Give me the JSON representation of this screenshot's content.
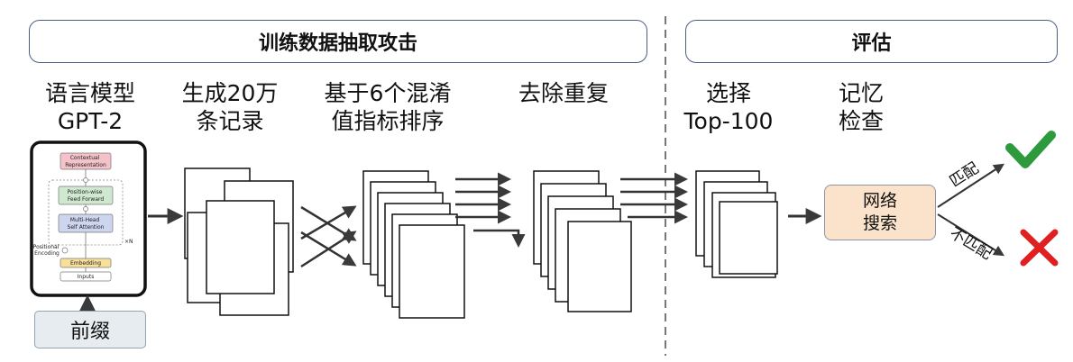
{
  "banners": {
    "attack": "训练数据抽取攻击",
    "evaluation": "评估"
  },
  "steps": {
    "model": [
      "语言模型",
      "GPT-2"
    ],
    "generate": [
      "生成20万",
      "条记录"
    ],
    "sort": [
      "基于6个混淆",
      "值指标排序"
    ],
    "dedupe": [
      "去除重复"
    ],
    "select": [
      "选择",
      "Top-100"
    ],
    "check": [
      "记忆",
      "检查"
    ]
  },
  "transformer": {
    "output": [
      "Contextual",
      "Representation"
    ],
    "ffn": [
      "Position-wise",
      "Feed Forward"
    ],
    "attention": [
      "Multi-Head",
      "Self Attention"
    ],
    "positional": [
      "Positional",
      "Encoding"
    ],
    "embedding": "Embedding",
    "inputs": "Inputs",
    "repeat": "×N"
  },
  "prefix": "前缀",
  "search": [
    "网络",
    "搜索"
  ],
  "branches": {
    "match": "匹配",
    "nomatch": "不匹配"
  },
  "icons": {
    "match_result": "check-icon",
    "nomatch_result": "cross-icon"
  },
  "colors": {
    "banner_border": "#4a5d85",
    "prefix_fill": "#e6ecef",
    "search_fill": "#fbe3cb",
    "check": "#2e9a3e",
    "cross": "#e02020",
    "output_block": "#f4c2c8",
    "ffn_block": "#cfe8cf",
    "attention_block": "#cdd5ef",
    "embedding_block": "#f8df9a"
  }
}
